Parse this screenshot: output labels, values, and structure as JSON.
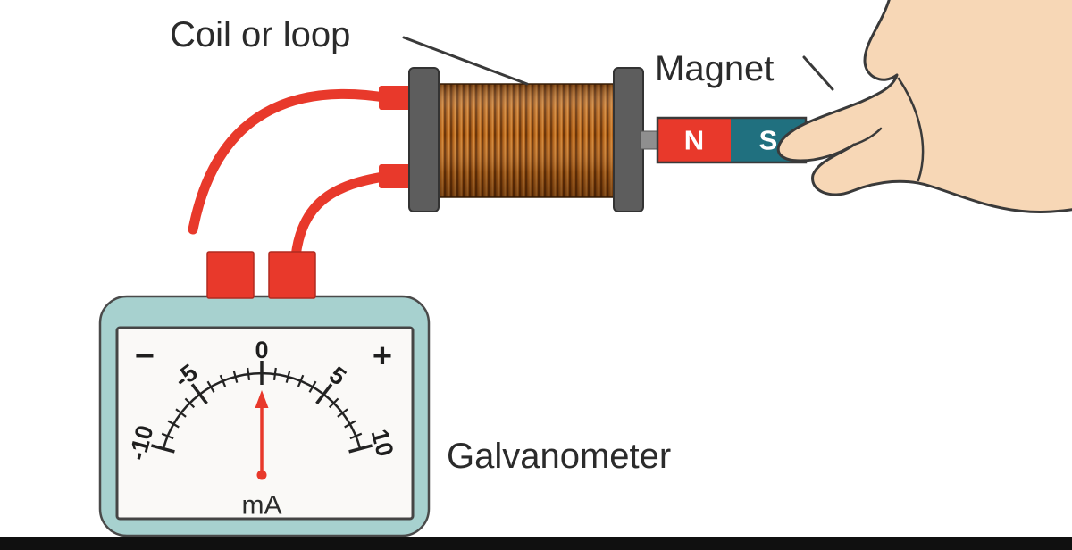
{
  "labels": {
    "coil": "Coil or loop",
    "magnet": "Magnet",
    "galvanometer": "Galvanometer"
  },
  "magnet": {
    "north": "N",
    "south": "S"
  },
  "meter": {
    "minus": "−",
    "plus": "+",
    "unit": "mA",
    "scale": [
      "-10",
      "-5",
      "0",
      "5",
      "10"
    ],
    "needle_points_to": "0"
  },
  "colors": {
    "wire_red": "#e8392b",
    "magnet_north": "#e8392b",
    "magnet_south": "#20707f",
    "coil_copper": "#b4641a",
    "coil_stripe": "#6e3608",
    "flange_gray": "#5d5d5d",
    "meter_body": "#a7d1cf",
    "meter_face": "#faf9f7",
    "hand_skin": "#f7d7b6",
    "needle_red": "#e8392b",
    "text": "#2b2b2b"
  }
}
